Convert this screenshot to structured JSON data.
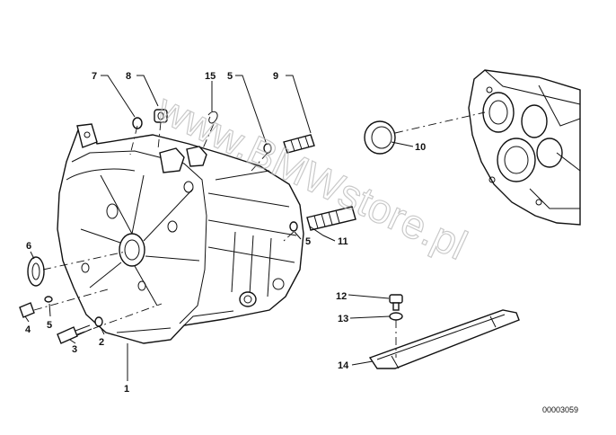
{
  "diagram": {
    "watermark": "www.BMWstore.pl",
    "reference": "00003059",
    "callouts": [
      {
        "id": "c1",
        "label": "1"
      },
      {
        "id": "c2",
        "label": "2"
      },
      {
        "id": "c3",
        "label": "3"
      },
      {
        "id": "c4",
        "label": "4"
      },
      {
        "id": "c5a",
        "label": "5"
      },
      {
        "id": "c5b",
        "label": "5"
      },
      {
        "id": "c5c",
        "label": "5"
      },
      {
        "id": "c6",
        "label": "6"
      },
      {
        "id": "c7",
        "label": "7"
      },
      {
        "id": "c8",
        "label": "8"
      },
      {
        "id": "c9",
        "label": "9"
      },
      {
        "id": "c10",
        "label": "10"
      },
      {
        "id": "c11",
        "label": "11"
      },
      {
        "id": "c12",
        "label": "12"
      },
      {
        "id": "c13",
        "label": "13"
      },
      {
        "id": "c14",
        "label": "14"
      },
      {
        "id": "c15",
        "label": "15"
      }
    ]
  }
}
